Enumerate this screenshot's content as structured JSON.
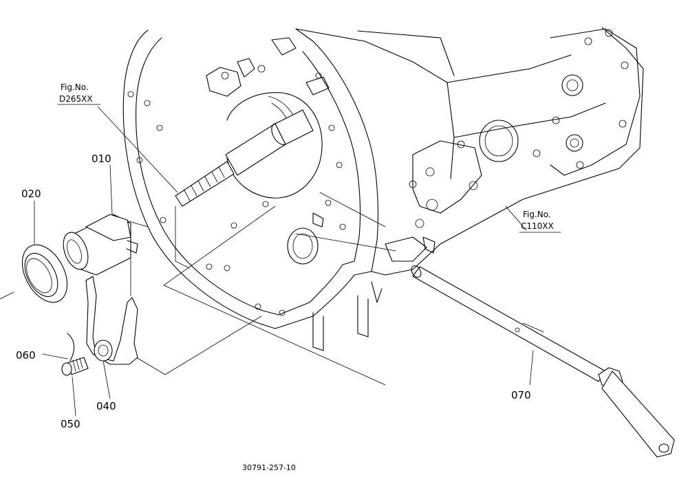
{
  "parts": {
    "p010": "010",
    "p020": "020",
    "p040": "040",
    "p050": "050",
    "p060": "060",
    "p070": "070"
  },
  "references": {
    "d265": {
      "line1": "Fig.No.",
      "line2": "D265XX"
    },
    "c110": {
      "line1": "Fig.No.",
      "line2": "C110XX"
    }
  },
  "drawing_code": "30791-257-10"
}
